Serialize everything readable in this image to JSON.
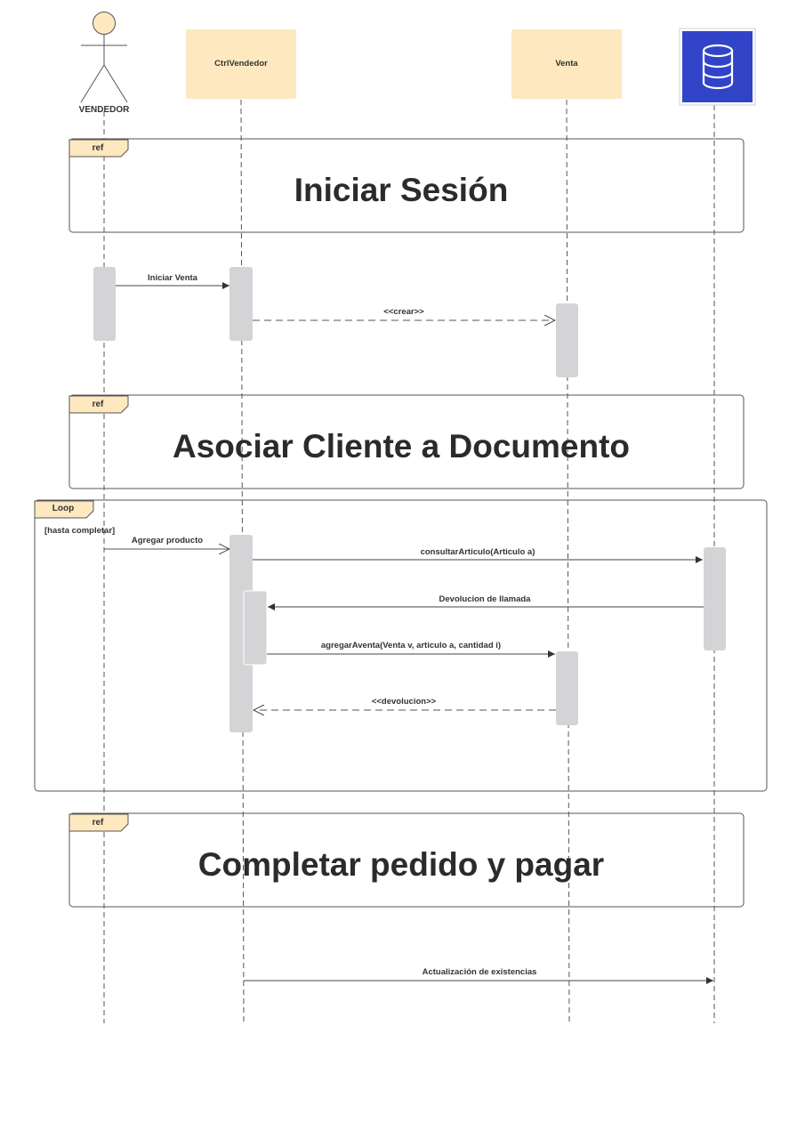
{
  "participants": {
    "actor": "VENDEDOR",
    "ctrl": "CtrlVendedor",
    "venta": "Venta",
    "database": "database-icon"
  },
  "frames": {
    "ref_tag": "ref",
    "ref1_title": "Iniciar Sesión",
    "ref2_title": "Asociar Cliente a Documento",
    "ref3_title": "Completar pedido y pagar",
    "loop_tag": "Loop",
    "loop_guard": "[hasta completar]"
  },
  "messages": {
    "iniciar_venta": "Iniciar Venta",
    "crear": "<<crear>>",
    "agregar_producto": "Agregar producto",
    "consultar": "consultarArticulo(Articulo a)",
    "devolucion_llamada": "Devolucion de llamada",
    "agregar_aventa": "agregarAventa(Venta v, articulo a, cantidad i)",
    "devolucion": "<<devolucion>>",
    "actualizacion": "Actualización de existencias"
  },
  "colors": {
    "participant_fill": "#fde8c0",
    "database_fill": "#3144c8",
    "activation_fill": "#d4d4d6",
    "frame_tag_fill": "#fde8c0",
    "line": "#444444"
  }
}
